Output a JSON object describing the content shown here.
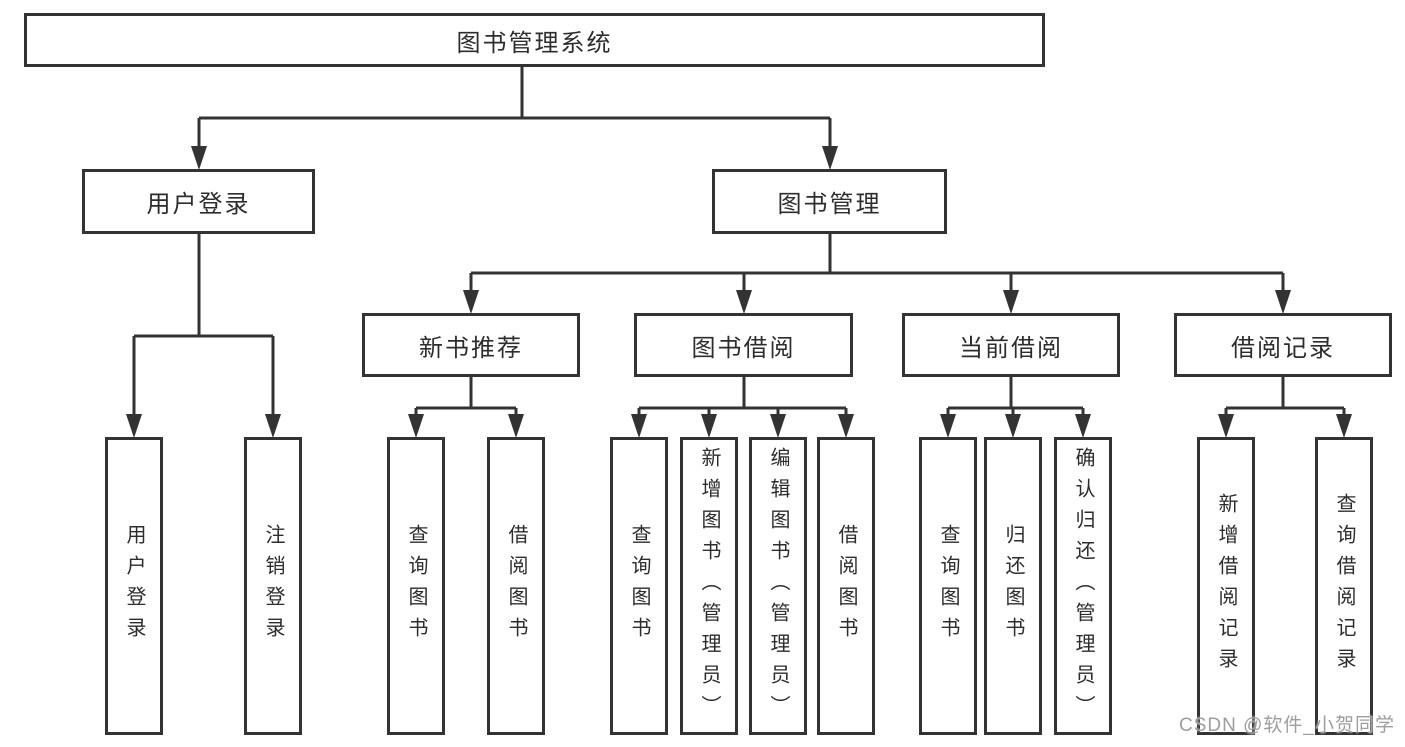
{
  "diagram": {
    "type": "hierarchy-tree",
    "tree": {
      "label": "图书管理系统",
      "children": [
        {
          "label": "用户登录",
          "children": [
            {
              "label": "用户登录"
            },
            {
              "label": "注销登录"
            }
          ]
        },
        {
          "label": "图书管理",
          "children": [
            {
              "label": "新书推荐",
              "children": [
                {
                  "label": "查询图书"
                },
                {
                  "label": "借阅图书"
                }
              ]
            },
            {
              "label": "图书借阅",
              "children": [
                {
                  "label": "查询图书"
                },
                {
                  "label": "新增图书（管理员）"
                },
                {
                  "label": "编辑图书（管理员）"
                },
                {
                  "label": "借阅图书"
                }
              ]
            },
            {
              "label": "当前借阅",
              "children": [
                {
                  "label": "查询图书"
                },
                {
                  "label": "归还图书"
                },
                {
                  "label": "确认归还（管理员）"
                }
              ]
            },
            {
              "label": "借阅记录",
              "children": [
                {
                  "label": "新增借阅记录"
                },
                {
                  "label": "查询借阅记录"
                }
              ]
            }
          ]
        }
      ]
    },
    "colors": {
      "line": "#333333",
      "text": "#2d2d2d",
      "background": "#ffffff",
      "watermark": "#9e9e9e"
    }
  },
  "watermark": {
    "text": "CSDN @软件_小贺同学"
  }
}
